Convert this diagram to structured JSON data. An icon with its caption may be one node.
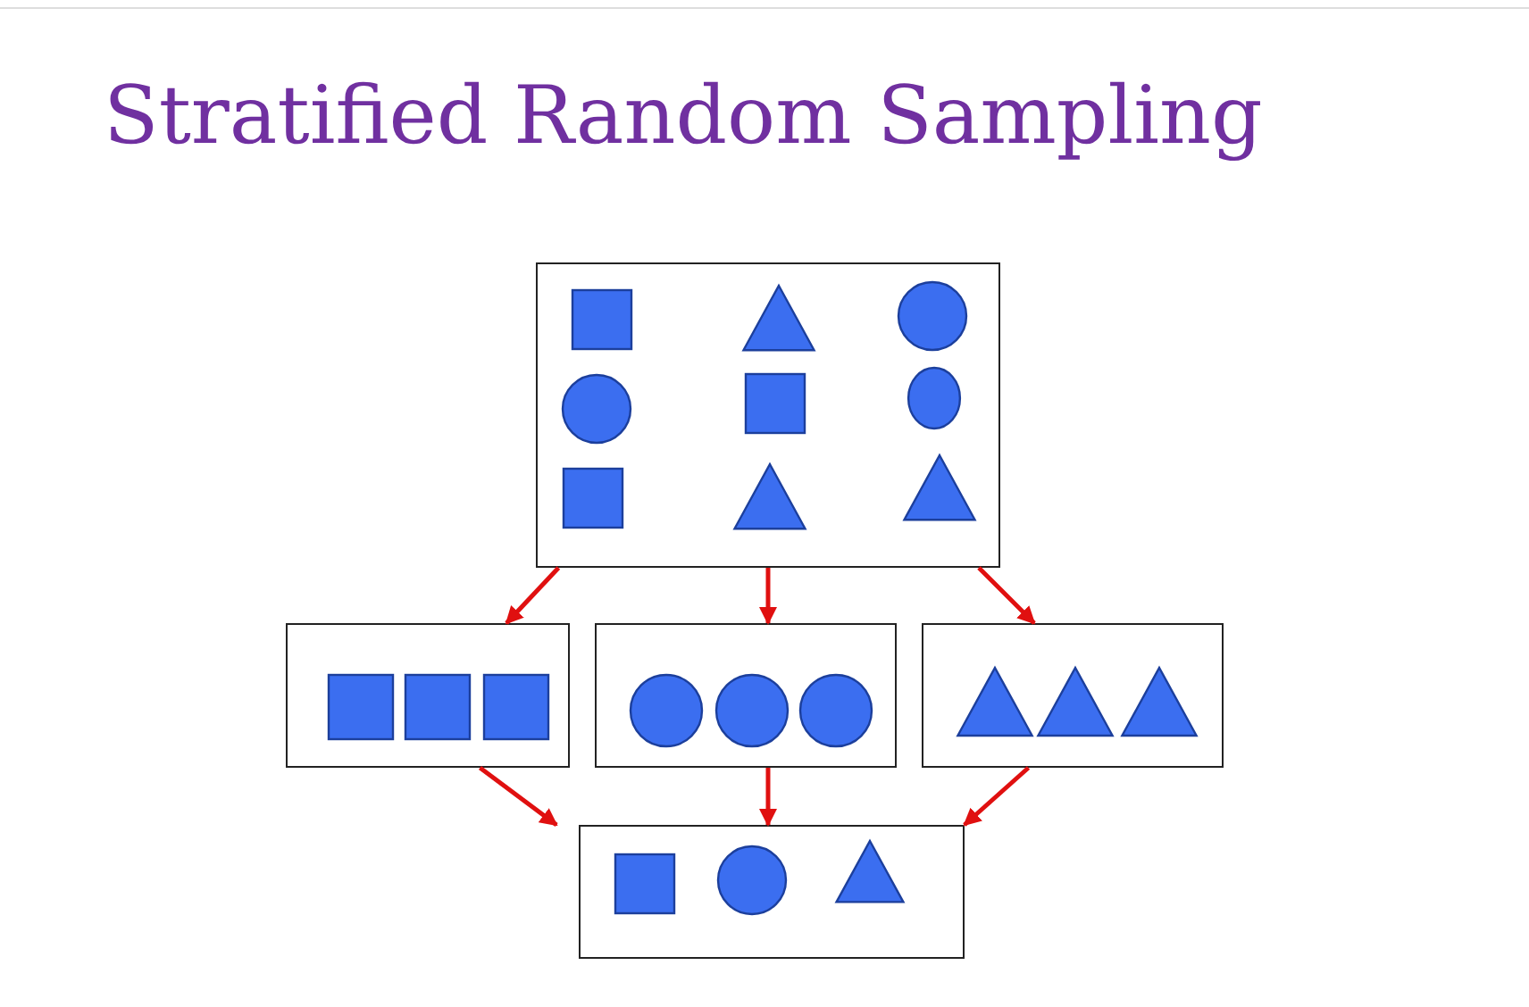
{
  "diagram": {
    "title": "Stratified Random Sampling",
    "nodes": [
      {
        "text": [],
        "shape": "box"
      },
      {
        "text": [],
        "shape": "box"
      },
      {
        "text": [],
        "shape": "box"
      },
      {
        "text": [],
        "shape": "box"
      },
      {
        "text": [],
        "shape": "box"
      }
    ],
    "edges": [
      {
        "from": 0,
        "to": 1,
        "arrow": "to"
      },
      {
        "from": 0,
        "to": 2,
        "arrow": "to"
      },
      {
        "from": 0,
        "to": 3,
        "arrow": "to"
      },
      {
        "from": 1,
        "to": 4,
        "arrow": "to"
      },
      {
        "from": 2,
        "to": 4,
        "arrow": "to"
      },
      {
        "from": 3,
        "to": 4,
        "arrow": "to"
      }
    ]
  }
}
